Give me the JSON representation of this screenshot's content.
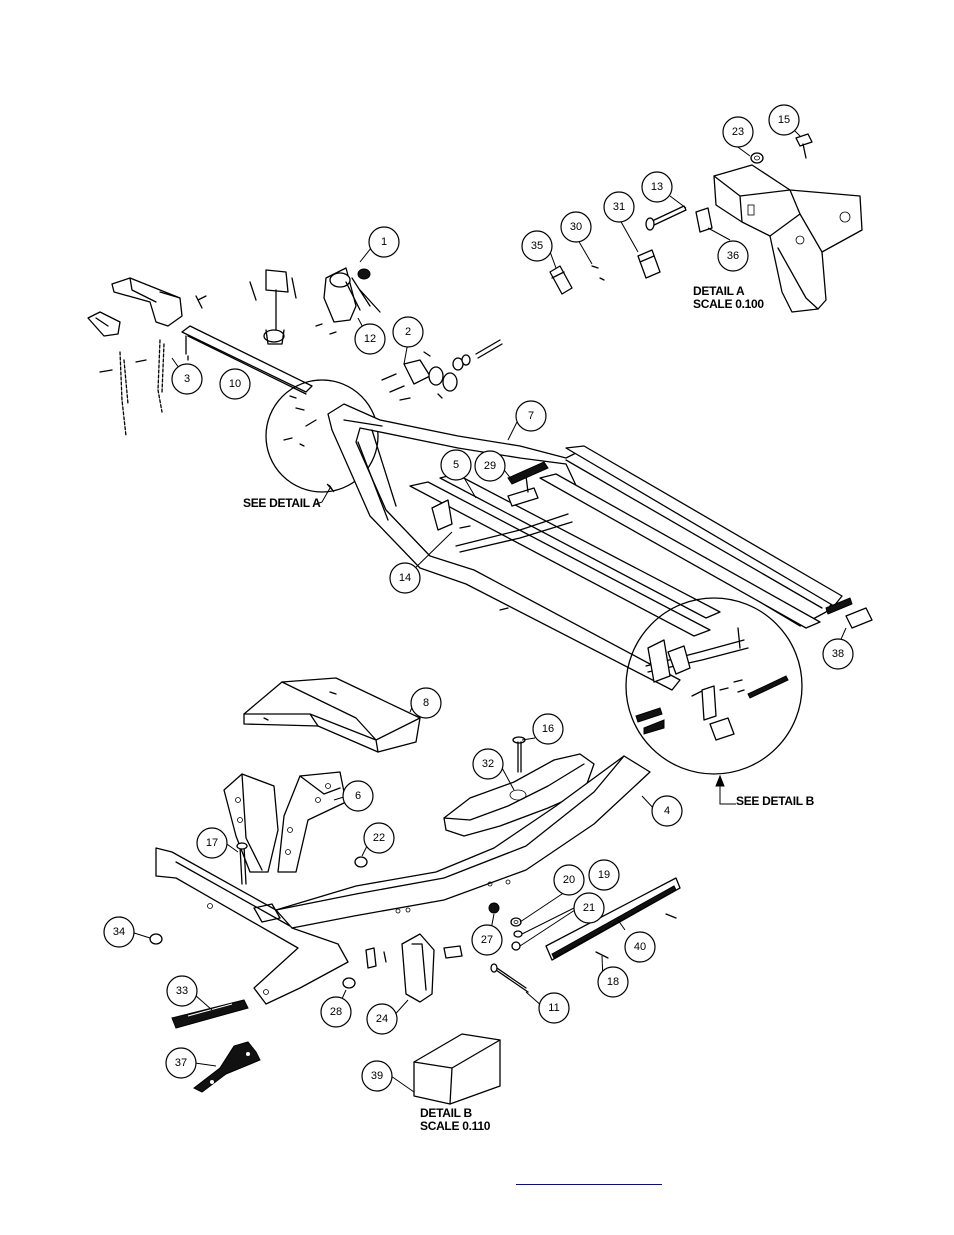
{
  "callouts": [
    {
      "id": "c1",
      "label": "1"
    },
    {
      "id": "c2",
      "label": "2"
    },
    {
      "id": "c3",
      "label": "3"
    },
    {
      "id": "c4",
      "label": "4"
    },
    {
      "id": "c5",
      "label": "5"
    },
    {
      "id": "c6",
      "label": "6"
    },
    {
      "id": "c7",
      "label": "7"
    },
    {
      "id": "c8",
      "label": "8"
    },
    {
      "id": "c10",
      "label": "10"
    },
    {
      "id": "c11",
      "label": "11"
    },
    {
      "id": "c12",
      "label": "12"
    },
    {
      "id": "c13",
      "label": "13"
    },
    {
      "id": "c14",
      "label": "14"
    },
    {
      "id": "c15",
      "label": "15"
    },
    {
      "id": "c16",
      "label": "16"
    },
    {
      "id": "c17",
      "label": "17"
    },
    {
      "id": "c18",
      "label": "18"
    },
    {
      "id": "c19",
      "label": "19"
    },
    {
      "id": "c20",
      "label": "20"
    },
    {
      "id": "c21",
      "label": "21"
    },
    {
      "id": "c22",
      "label": "22"
    },
    {
      "id": "c23",
      "label": "23"
    },
    {
      "id": "c24",
      "label": "24"
    },
    {
      "id": "c27",
      "label": "27"
    },
    {
      "id": "c28",
      "label": "28"
    },
    {
      "id": "c29",
      "label": "29"
    },
    {
      "id": "c30",
      "label": "30"
    },
    {
      "id": "c31",
      "label": "31"
    },
    {
      "id": "c32",
      "label": "32"
    },
    {
      "id": "c33",
      "label": "33"
    },
    {
      "id": "c34",
      "label": "34"
    },
    {
      "id": "c35",
      "label": "35"
    },
    {
      "id": "c36",
      "label": "36"
    },
    {
      "id": "c37",
      "label": "37"
    },
    {
      "id": "c38",
      "label": "38"
    },
    {
      "id": "c39",
      "label": "39"
    },
    {
      "id": "c40",
      "label": "40"
    }
  ],
  "labels": {
    "detail_a_title": "DETAIL  A",
    "detail_a_scale": "SCALE  0.100",
    "see_detail_a": "SEE DETAIL  A",
    "see_detail_b": "SEE DETAIL  B",
    "detail_b_title": "DETAIL  B",
    "detail_b_scale": "SCALE  0.110"
  }
}
